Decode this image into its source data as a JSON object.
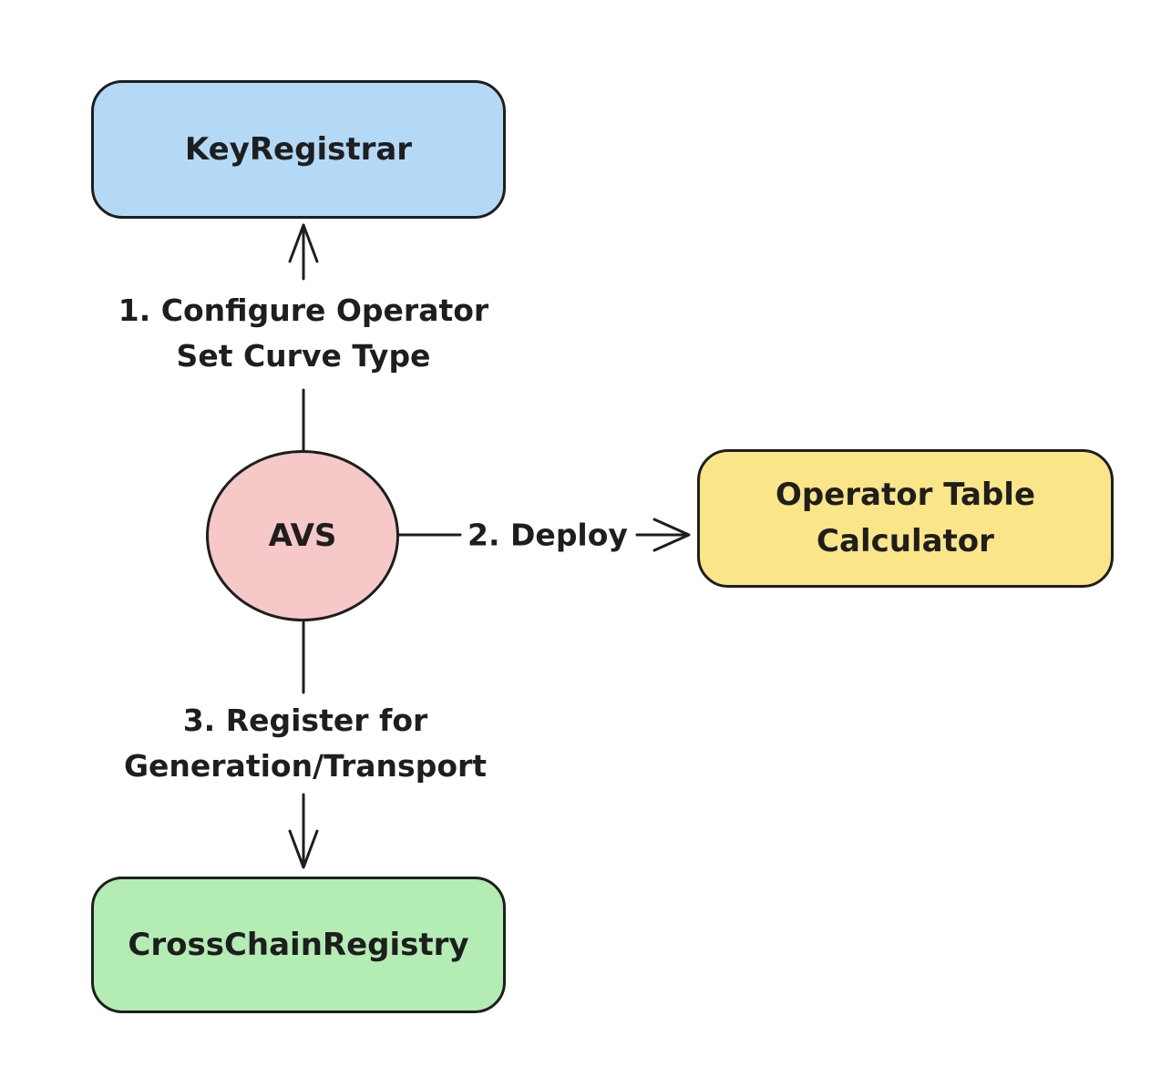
{
  "diagram": {
    "colors": {
      "stroke": "#1e1e1e",
      "text": "#1e1e1e",
      "background": "#ffffff"
    },
    "nodes": {
      "key_registrar": {
        "label": "KeyRegistrar",
        "fill": "#b3d9f7"
      },
      "avs": {
        "label": "AVS",
        "fill": "#f6c8c8"
      },
      "operator_table_calculator": {
        "label_lines": [
          "Operator Table",
          "Calculator"
        ],
        "fill": "#fae588"
      },
      "cross_chain_registry": {
        "label": "CrossChainRegistry",
        "fill": "#b4edb4"
      }
    },
    "edges": {
      "configure": {
        "from": "AVS",
        "to": "KeyRegistrar",
        "label_lines": [
          "1. Configure Operator",
          "Set Curve Type"
        ]
      },
      "deploy": {
        "from": "AVS",
        "to": "Operator Table Calculator",
        "label": "2. Deploy"
      },
      "register": {
        "from": "AVS",
        "to": "CrossChainRegistry",
        "label_lines": [
          "3. Register for",
          "Generation/Transport"
        ]
      }
    }
  }
}
